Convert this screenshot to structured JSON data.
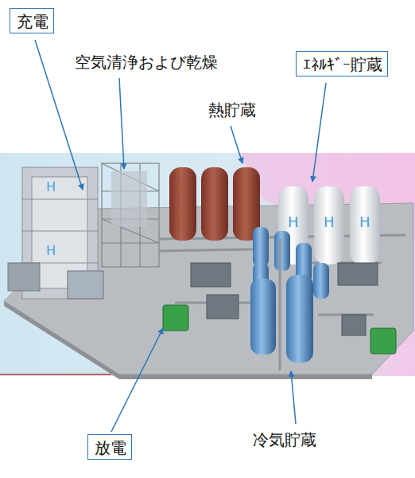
{
  "diagram": {
    "nodes": [
      {
        "text": [
          "充電"
        ]
      },
      {
        "text": [
          "ｴﾈﾙｷﾞｰ貯蔵"
        ]
      },
      {
        "text": [
          "放電"
        ]
      }
    ],
    "labels": [
      "空気清浄および乾燥",
      "熱貯蔵",
      "冷気貯蔵"
    ]
  }
}
